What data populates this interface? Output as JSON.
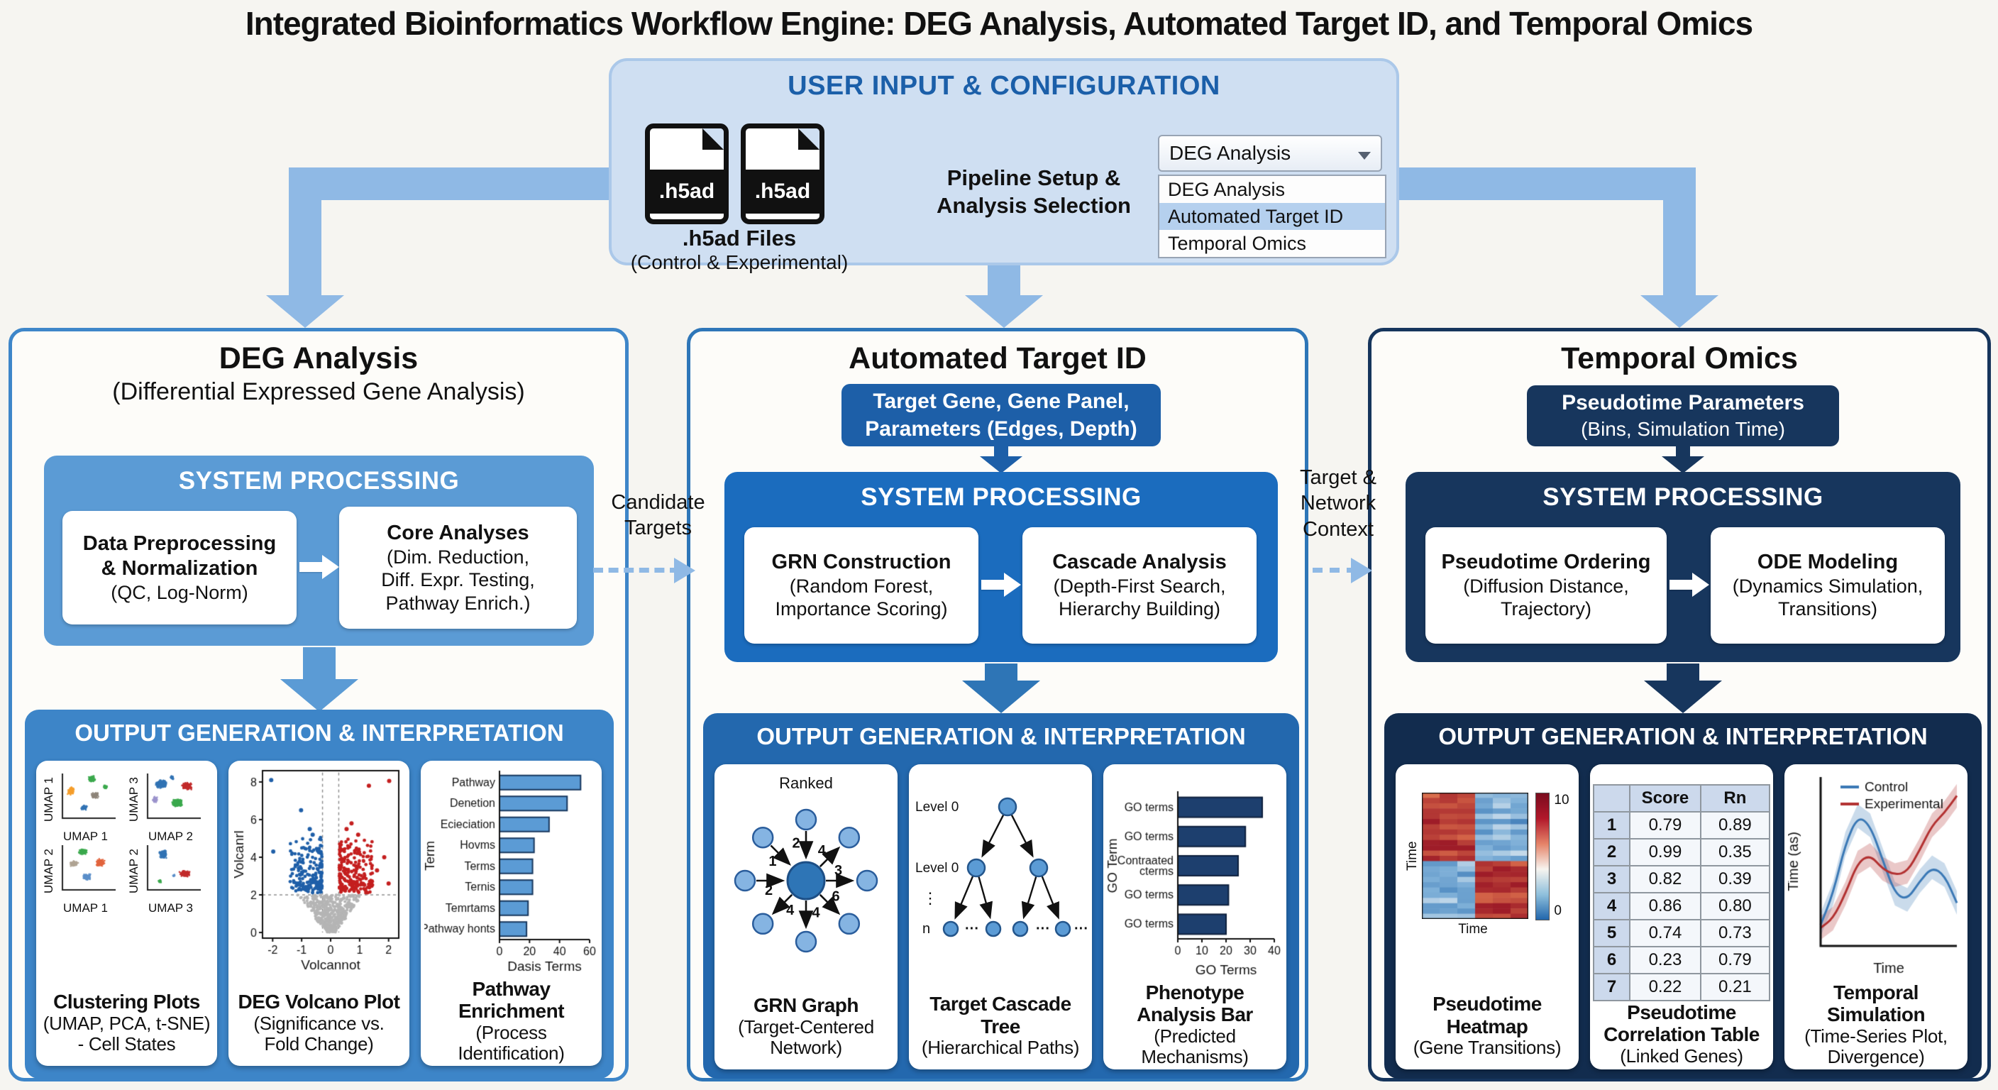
{
  "title": "Integrated Bioinformatics Workflow Engine: DEG Analysis, Automated Target ID, and Temporal Omics",
  "colors": {
    "light_arrow": "#8fb9e5",
    "deg_blue": "#5b9bd5",
    "deg_output": "#3d85c8",
    "mid_blue": "#1b6cbe",
    "mid_output": "#2368ae",
    "mid_chip": "#1d5fa8",
    "navy": "#17365d",
    "navy_output": "#122c4e",
    "header_blue": "#1b5fa9"
  },
  "user_input": {
    "header": "USER INPUT & CONFIGURATION",
    "file_icon_text": ".h5ad",
    "files_label": ".h5ad Files",
    "files_sub": "(Control & Experimental)",
    "pipeline_label": "Pipeline Setup &\nAnalysis Selection",
    "dropdown": {
      "selected": "DEG Analysis",
      "options": [
        "DEG Analysis",
        "Automated Target ID",
        "Temporal Omics"
      ],
      "highlighted_option": "Automated Target ID"
    }
  },
  "connectors": {
    "candidate": "Candidate\nTargets",
    "target_network": "Target &\nNetwork\nContext"
  },
  "columns": [
    {
      "title": "DEG Analysis",
      "subtitle": "(Differential Expressed Gene Analysis)",
      "processing": {
        "header": "SYSTEM PROCESSING",
        "step1_bold": "Data Preprocessing\n& Normalization",
        "step1_rest": "(QC, Log-Norm)",
        "step2_bold": "Core Analyses",
        "step2_rest": "(Dim. Reduction,\nDiff. Expr. Testing,\nPathway Enrich.)"
      },
      "output": {
        "header": "OUTPUT GENERATION & INTERPRETATION",
        "panels": [
          {
            "bold": "Clustering Plots",
            "rest": "(UMAP, PCA, t-SNE)\n- Cell States"
          },
          {
            "bold": "DEG Volcano Plot",
            "rest": "(Significance vs.\nFold Change)"
          },
          {
            "bold": "Pathway Enrichment",
            "rest": "(Process\nIdentification)"
          }
        ]
      }
    },
    {
      "title": "Automated Target ID",
      "chip_line1": "Target Gene, Gene Panel,",
      "chip_line2": "Parameters (Edges, Depth)",
      "processing": {
        "header": "SYSTEM PROCESSING",
        "step1_bold": "GRN Construction",
        "step1_rest": "(Random Forest,\nImportance Scoring)",
        "step2_bold": "Cascade Analysis",
        "step2_rest": "(Depth-First Search,\nHierarchy Building)"
      },
      "output": {
        "header": "OUTPUT GENERATION & INTERPRETATION",
        "panels": [
          {
            "bold": "GRN Graph",
            "rest": "(Target-Centered\nNetwork)"
          },
          {
            "bold": "Target Cascade Tree",
            "rest": "(Hierarchical Paths)"
          },
          {
            "bold": "Phenotype Analysis Bar",
            "rest": "(Predicted\nMechanisms)"
          }
        ]
      }
    },
    {
      "title": "Temporal Omics",
      "chip_line1": "Pseudotime Parameters",
      "chip_line2": "(Bins, Simulation Time)",
      "processing": {
        "header": "SYSTEM PROCESSING",
        "step1_bold": "Pseudotime Ordering",
        "step1_rest": "(Diffusion Distance,\nTrajectory)",
        "step2_bold": "ODE Modeling",
        "step2_rest": "(Dynamics Simulation,\nTransitions)"
      },
      "output": {
        "header": "OUTPUT GENERATION & INTERPRETATION",
        "panels": [
          {
            "bold": "Pseudotime\nHeatmap",
            "rest": "(Gene Transitions)"
          },
          {
            "bold": "Pseudotime\nCorrelation Table",
            "rest": "(Linked Genes)"
          },
          {
            "bold": "Temporal Simulation",
            "rest": "(Time-Series Plot,\nDivergence)"
          }
        ]
      }
    }
  ],
  "chart_data": {
    "clustering": {
      "type": "scatter",
      "panels": [
        {
          "xlabel": "UMAP 1",
          "ylabel": "UMAP 1",
          "clusters": [
            [
              "#f59e2c",
              0.15,
              0.42,
              0.09,
              0.1,
              130
            ],
            [
              "#3ba94d",
              0.55,
              0.13,
              0.08,
              0.08,
              110
            ],
            [
              "#3ba94d",
              0.82,
              0.32,
              0.05,
              0.05,
              40
            ],
            [
              "#8e857a",
              0.62,
              0.52,
              0.08,
              0.08,
              120
            ],
            [
              "#3173b4",
              0.4,
              0.82,
              0.07,
              0.07,
              90
            ]
          ]
        },
        {
          "xlabel": "UMAP 2",
          "ylabel": "UMAP 3",
          "clusters": [
            [
              "#3173b4",
              0.24,
              0.25,
              0.13,
              0.11,
              260
            ],
            [
              "#c22b2b",
              0.76,
              0.3,
              0.11,
              0.1,
              240
            ],
            [
              "#9b93cc",
              0.12,
              0.62,
              0.06,
              0.07,
              70
            ],
            [
              "#3ba94d",
              0.56,
              0.7,
              0.13,
              0.1,
              260
            ],
            [
              "#3173b4",
              0.46,
              0.1,
              0.05,
              0.05,
              40
            ]
          ]
        },
        {
          "xlabel": "UMAP 1",
          "ylabel": "UMAP 2",
          "clusters": [
            [
              "#3ba94d",
              0.38,
              0.15,
              0.1,
              0.08,
              130
            ],
            [
              "#b0a494",
              0.2,
              0.44,
              0.1,
              0.07,
              110
            ],
            [
              "#e2653e",
              0.72,
              0.42,
              0.1,
              0.1,
              130
            ],
            [
              "#5b8fc9",
              0.45,
              0.76,
              0.1,
              0.08,
              130
            ]
          ]
        },
        {
          "xlabel": "UMAP 3",
          "ylabel": "UMAP 2",
          "clusters": [
            [
              "#3173b4",
              0.28,
              0.22,
              0.09,
              0.11,
              200
            ],
            [
              "#c22b2b",
              0.72,
              0.68,
              0.12,
              0.08,
              180
            ],
            [
              "#3ba94d",
              0.22,
              0.86,
              0.04,
              0.04,
              40
            ],
            [
              "#5b8fc9",
              0.5,
              0.72,
              0.03,
              0.03,
              15
            ]
          ]
        }
      ]
    },
    "volcano": {
      "type": "scatter",
      "xlabel": "Volcannot",
      "ylabel": "Volcanrl",
      "xticks": [
        -2,
        -1,
        0,
        1,
        2
      ],
      "yticks": [
        0,
        2,
        4,
        6,
        8
      ],
      "threshold_y": 2,
      "threshold_x": 0.28,
      "colors": {
        "up": "#c41f1f",
        "down": "#1f5fa8",
        "ns": "#b5b5b5"
      },
      "blue_outliers": [
        [
          -2.05,
          8.1
        ],
        [
          -1.98,
          4.3
        ],
        [
          -1.02,
          6.5
        ],
        [
          -0.72,
          5.5
        ],
        [
          -0.62,
          5.2
        ]
      ],
      "red_outliers": [
        [
          2.02,
          8.05
        ],
        [
          1.32,
          7.8
        ],
        [
          0.55,
          5.5
        ],
        [
          0.72,
          5.8
        ],
        [
          0.95,
          5.2
        ],
        [
          2.0,
          2.6
        ],
        [
          1.85,
          4.0
        ],
        [
          1.6,
          3.3
        ]
      ]
    },
    "pathway_enrichment": {
      "type": "bar",
      "orientation": "horizontal",
      "categories": [
        "Pathway",
        "Denetion",
        "Ecieciation",
        "Hovms",
        "Terms",
        "Ternis",
        "Temrtams",
        "Pathway honts"
      ],
      "values": [
        54,
        45,
        33,
        23,
        22,
        22,
        19,
        18
      ],
      "xticks": [
        0,
        20,
        40,
        60
      ],
      "xlim": [
        0,
        60
      ],
      "xlabel": "Dasis Terms",
      "ylabel": "Term",
      "bar_color": "#5b9bd5",
      "bar_stroke": "#17375e"
    },
    "grn_graph": {
      "type": "network",
      "annotation": "Ranked",
      "center_color": "#2e75b6",
      "node_color": "#85b4e2",
      "edges": [
        {
          "angle": -135,
          "label": "1",
          "dir": "in"
        },
        {
          "angle": -90,
          "label": "2",
          "dir": "in"
        },
        {
          "angle": -45,
          "label": "4",
          "dir": "out"
        },
        {
          "angle": 180,
          "label": "2",
          "dir": "in"
        },
        {
          "angle": 0,
          "label": "3",
          "dir": "out"
        },
        {
          "angle": 135,
          "label": "4",
          "dir": "out"
        },
        {
          "angle": 90,
          "label": "4",
          "dir": "out"
        },
        {
          "angle": 45,
          "label": "6",
          "dir": "out"
        }
      ]
    },
    "cascade_tree": {
      "type": "tree",
      "row_labels": [
        "Level 0",
        "Level 0",
        "⋮",
        "n"
      ],
      "dots": "···",
      "node_color": "#5b9bd5"
    },
    "phenotype_bar": {
      "type": "bar",
      "orientation": "horizontal",
      "categories": [
        "GO terms",
        "GO terms",
        "Contraated\ncterms",
        "GO terms",
        "GO terms"
      ],
      "values": [
        35,
        28,
        25,
        21,
        20
      ],
      "xticks": [
        0,
        10,
        20,
        30,
        40
      ],
      "xlim": [
        0,
        40
      ],
      "xlabel": "GO Terms",
      "ylabel": "GO Term",
      "bar_color": "#1d3f6e",
      "bar_stroke": "#0d1f3c"
    },
    "pseudotime_heatmap": {
      "type": "heatmap",
      "rows": 24,
      "cols": 6,
      "split_row": 13,
      "xlabel": "Time",
      "ylabel": "Time",
      "colorbar_min": 0,
      "colorbar_max": 10,
      "pattern": "top-left hot block / bottom-right hot block, diverging red-blue"
    },
    "correlation_table": {
      "type": "table",
      "columns": [
        "",
        "Score",
        "Rn"
      ],
      "rows": [
        [
          "1",
          "0.79",
          "0.89"
        ],
        [
          "2",
          "0.99",
          "0.35"
        ],
        [
          "3",
          "0.82",
          "0.39"
        ],
        [
          "4",
          "0.86",
          "0.80"
        ],
        [
          "5",
          "0.74",
          "0.73"
        ],
        [
          "6",
          "0.23",
          "0.79"
        ],
        [
          "7",
          "0.22",
          "0.21"
        ]
      ]
    },
    "temporal_simulation": {
      "type": "line",
      "xlabel": "Time",
      "ylabel": "Time (as)",
      "legend": [
        "Control",
        "Experimental"
      ],
      "series": [
        {
          "name": "Control",
          "color": "#3a78b5",
          "band": 0.07,
          "y": [
            0.1,
            0.3,
            0.62,
            0.8,
            0.74,
            0.52,
            0.3,
            0.26,
            0.38,
            0.47,
            0.42,
            0.24
          ]
        },
        {
          "name": "Experimental",
          "color": "#b23131",
          "band": 0.07,
          "y": [
            0.08,
            0.14,
            0.3,
            0.5,
            0.55,
            0.46,
            0.42,
            0.44,
            0.58,
            0.74,
            0.82,
            0.93
          ]
        }
      ]
    }
  }
}
